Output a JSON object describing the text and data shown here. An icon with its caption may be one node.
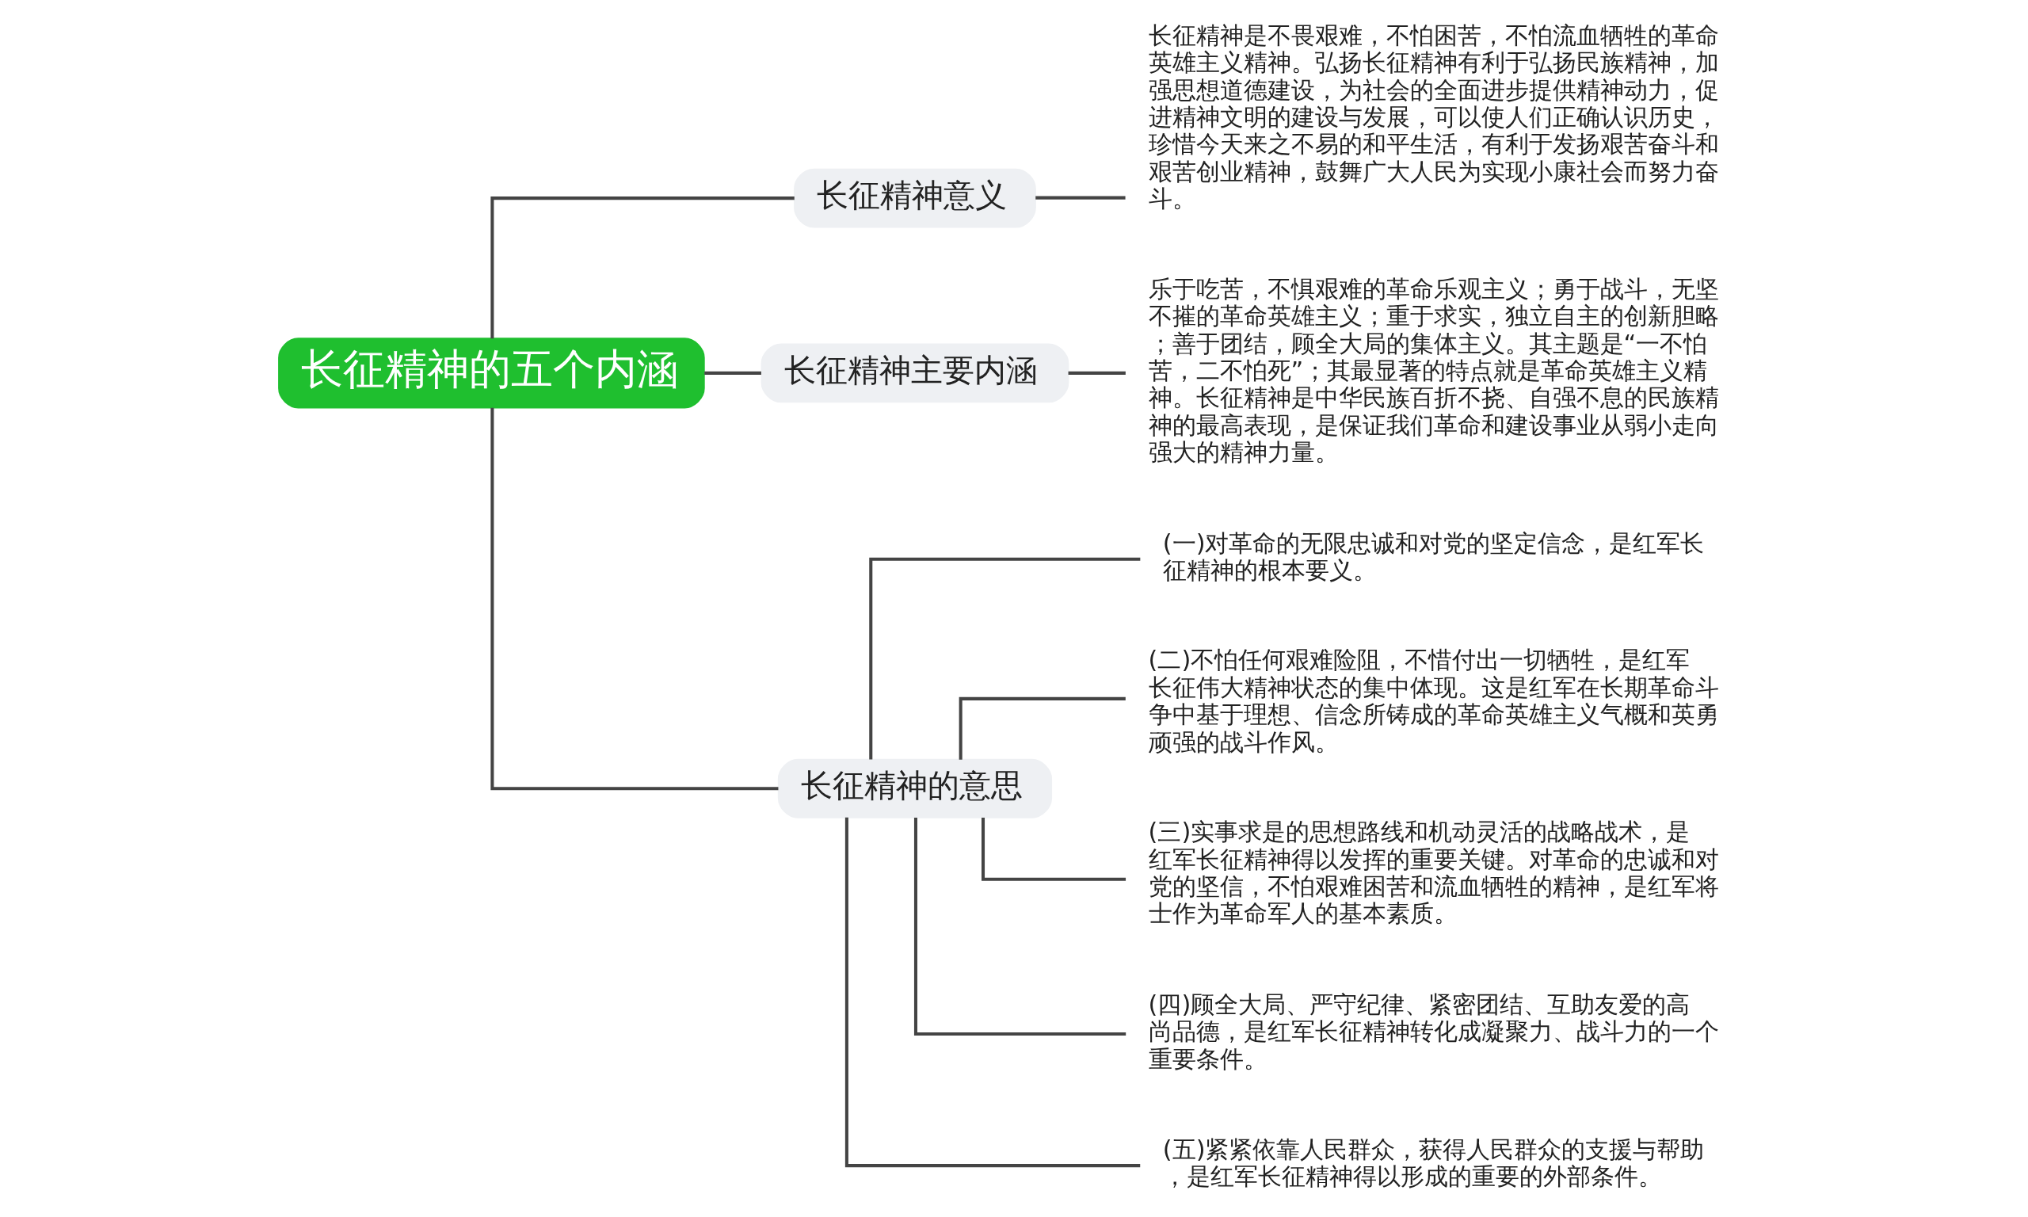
{
  "diagram": {
    "nodes": [
      {
        "text": [
          "长征精神的五个内涵"
        ]
      },
      {
        "text": [
          "长征精神意义"
        ]
      },
      {
        "text": [
          "长征精神是不畏艰难，不怕困苦，不怕流血牺牲的革命英雄主义精神。弘扬长征精神有利于弘扬民族精神，加强思想道德建设，为社会的全面进步提供精神动力，促进精神文明的建设与发展，可以使人们正确认识历史，珍惜今天来之不易的和平生活，有利于发扬艰苦奋斗和艰苦创业精神，鼓舞广大人民为实现小康社会而努力奋斗。"
        ]
      },
      {
        "text": [
          "长征精神主要内涵"
        ]
      },
      {
        "text": [
          "乐于吃苦，不惧艰难的革命乐观主义；勇于战斗，无坚不摧的革命英雄主义；重于求实，独立自主的创新胆略；善于团结，顾全大局的集体主义。其主题是“一不怕苦，二不怕死”；其最显著的特点就是革命英雄主义精神。长征精神是中华民族百折不挠、自强不息的民族精神的最高表现，是保证我们革命和建设事业从弱小走向强大的精神力量。"
        ]
      },
      {
        "text": [
          "长征精神的意思"
        ]
      },
      {
        "text": [
          "(一)对革命的无限忠诚和对党的坚定信念，是红军长征精神的根本要义。"
        ]
      },
      {
        "text": [
          "(二)不怕任何艰难险阻，不惜付出一切牺牲，是红军长征伟大精神状态的集中体现。这是红军在长期革命斗争中基于理想、信念所铸成的革命英雄主义气概和英勇顽强的战斗作风。"
        ]
      },
      {
        "text": [
          "(三)实事求是的思想路线和机动灵活的战略战术，是红军长征精神得以发挥的重要关键。对革命的忠诚和对党的坚信，不怕艰难困苦和流血牺牲的精神，是红军将士作为革命军人的基本素质。"
        ]
      },
      {
        "text": [
          "(四)顾全大局、严守纪律、紧密团结、互助友爱的高尚品德，是红军长征精神转化成凝聚力、战斗力的一个重要条件。"
        ]
      },
      {
        "text": [
          "(五)紧紧依靠人民群众，获得人民群众的支援与帮助，是红军长征精神得以形成的重要的外部条件。"
        ]
      }
    ],
    "edges": [
      {
        "from": 0,
        "to": 1,
        "arrow": "none"
      },
      {
        "from": 1,
        "to": 2,
        "arrow": "none"
      },
      {
        "from": 0,
        "to": 3,
        "arrow": "none"
      },
      {
        "from": 3,
        "to": 4,
        "arrow": "none"
      },
      {
        "from": 0,
        "to": 5,
        "arrow": "none"
      },
      {
        "from": 5,
        "to": 6,
        "arrow": "none"
      },
      {
        "from": 5,
        "to": 7,
        "arrow": "none"
      },
      {
        "from": 5,
        "to": 8,
        "arrow": "none"
      },
      {
        "from": 5,
        "to": 9,
        "arrow": "none"
      },
      {
        "from": 5,
        "to": 10,
        "arrow": "none"
      }
    ]
  }
}
